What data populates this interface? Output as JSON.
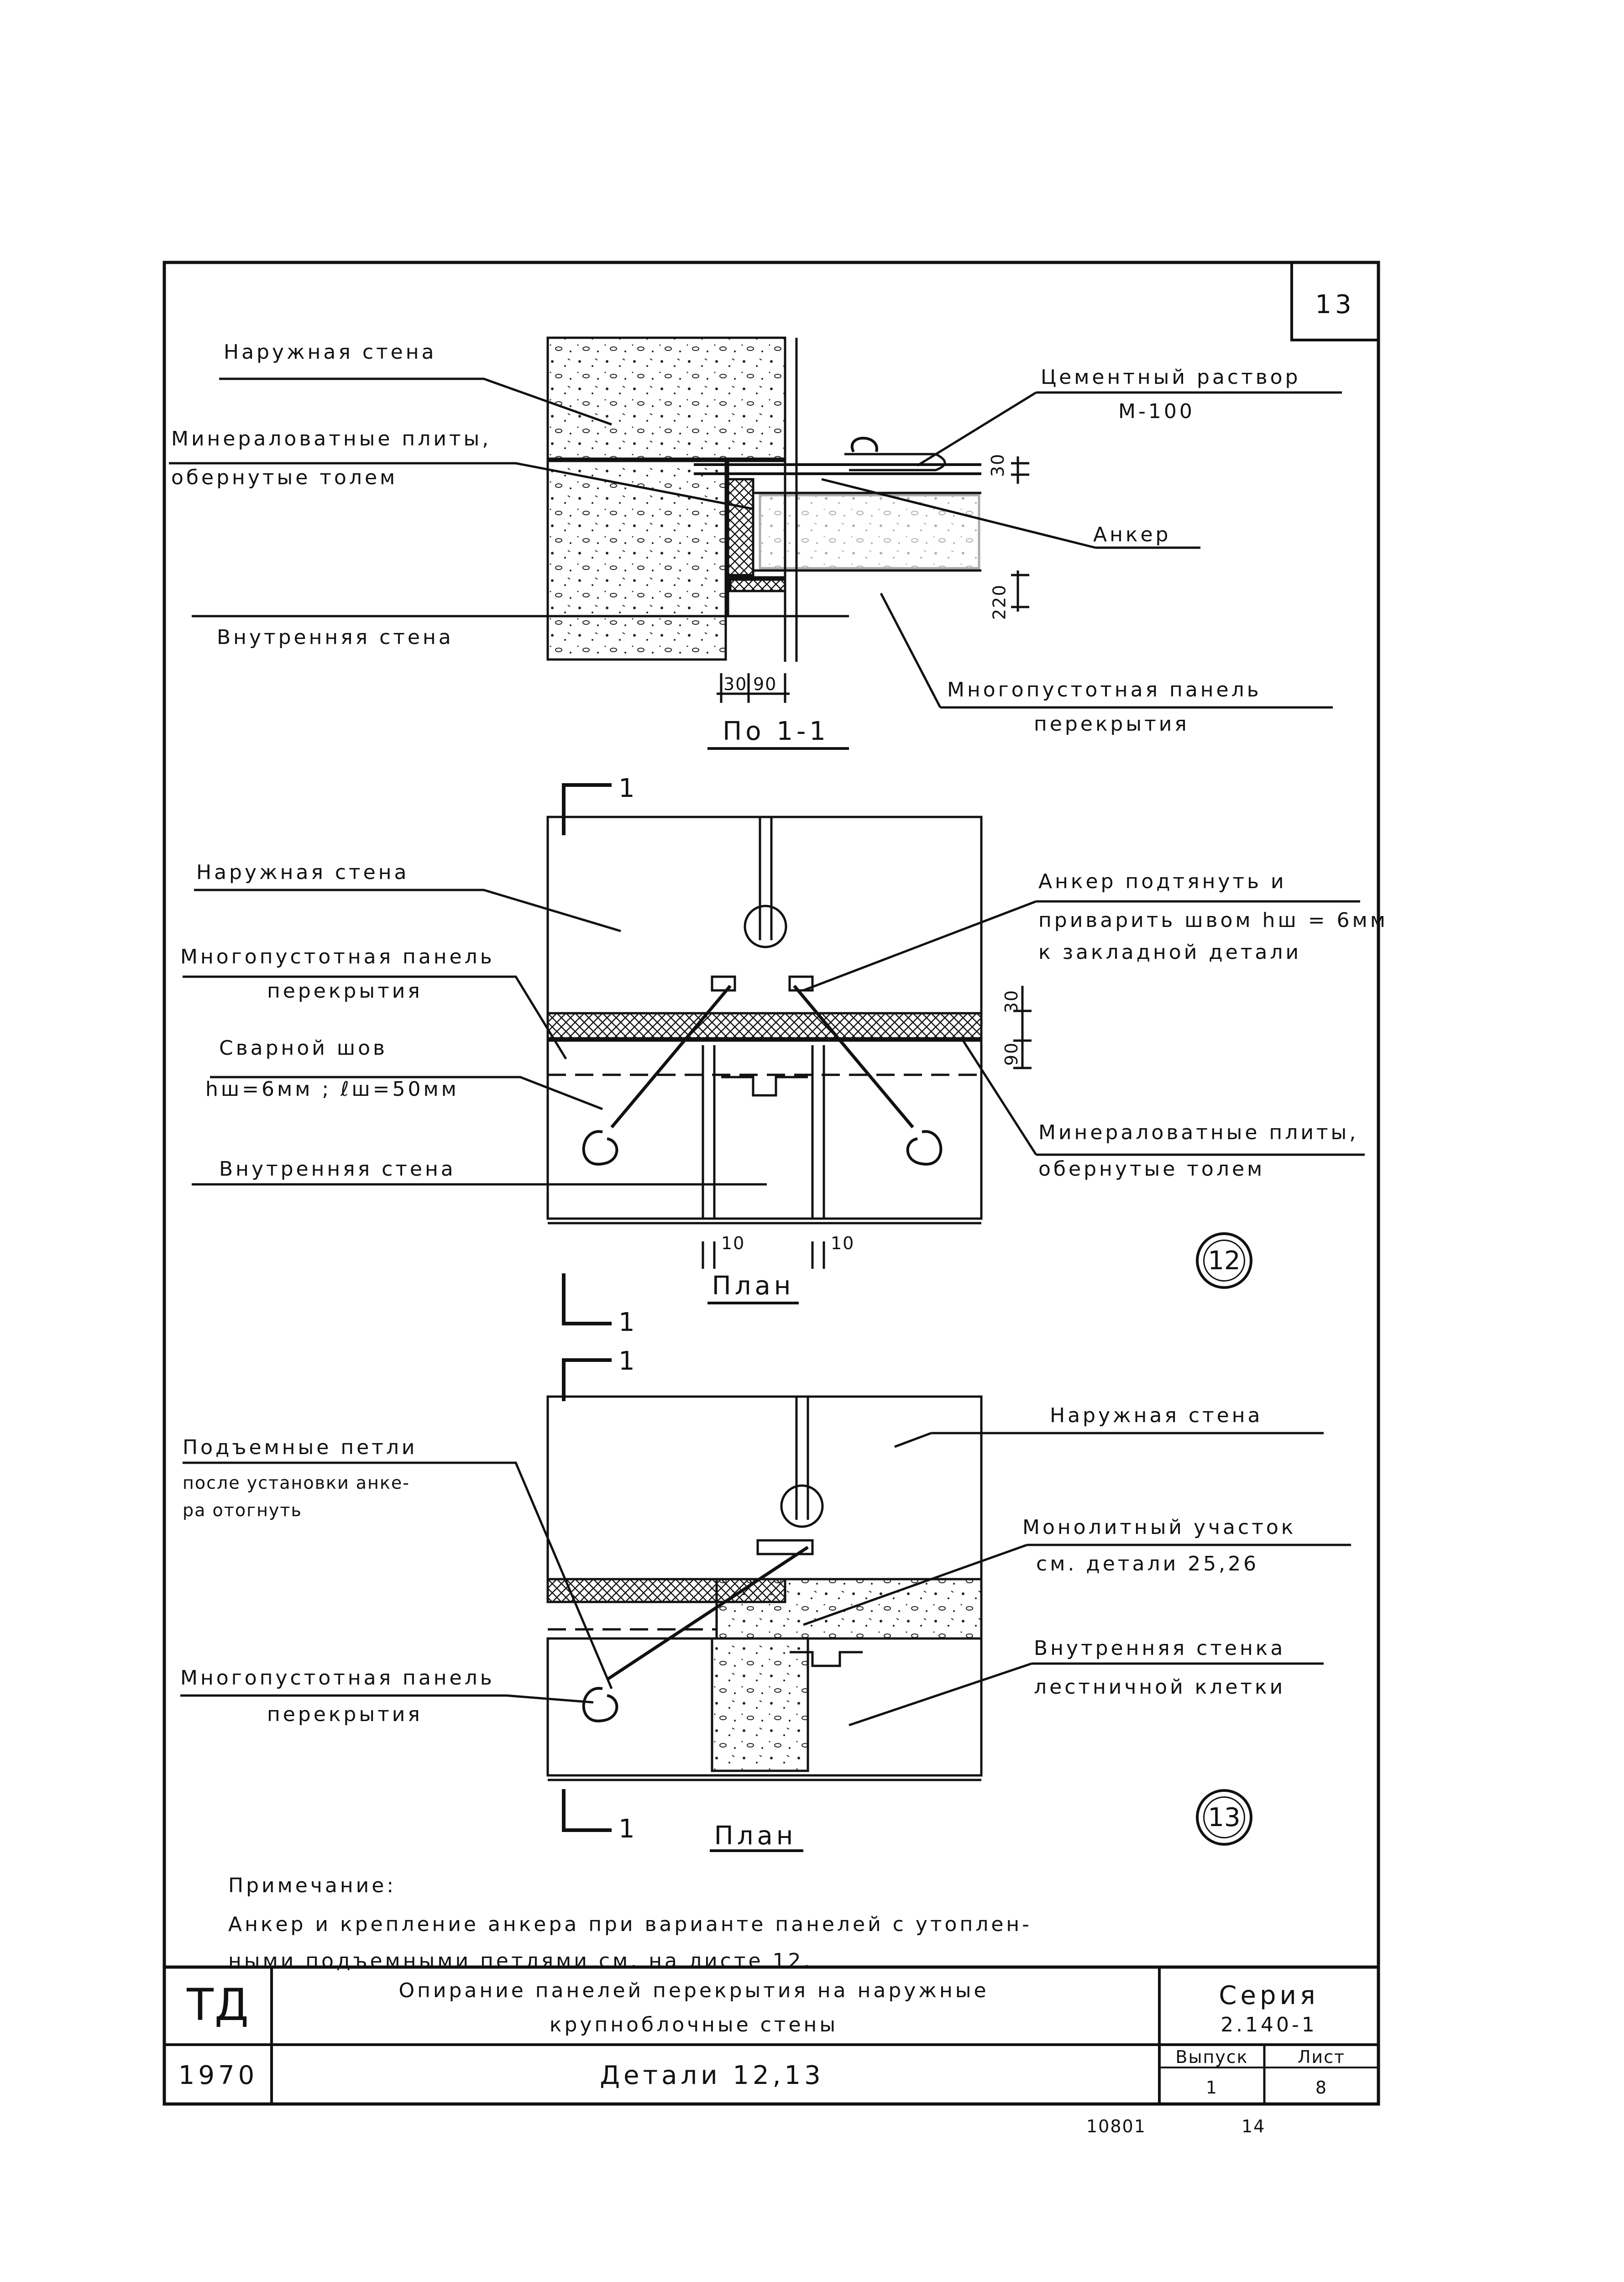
{
  "sheet_number": "13",
  "detail_upper": {
    "outer_wall": "Наружная стена",
    "mineral_wool_1": "Минераловатные плиты,",
    "mineral_wool_2": "обернутые толем",
    "inner_wall": "Внутренняя стена",
    "cement_1": "Цементный раствор",
    "cement_2": "М-100",
    "anchor": "Анкер",
    "hollow_panel_1": "Многопустотная панель",
    "hollow_panel_2": "перекрытия",
    "dim_30": "30",
    "dim_90": "90",
    "dim_side_30": "30",
    "dim_side_220": "220",
    "section_title": "По 1-1"
  },
  "detail_12": {
    "cut_mark": "1",
    "outer_wall": "Наружная стена",
    "hollow_panel_1": "Многопустотная панель",
    "hollow_panel_2": "перекрытия",
    "weld_1": "Сварной шов",
    "weld_2": "hш=6мм ; ℓш=50мм",
    "inner_wall": "Внутренняя стена",
    "anchor_1": "Анкер подтянуть и",
    "anchor_2": "приварить швом hш = 6мм",
    "anchor_3": "к закладной детали",
    "mineral_1": "Минераловатные плиты,",
    "mineral_2": "обернутые толем",
    "dim_30": "30",
    "dim_90": "90",
    "dim_10a": "10",
    "dim_10b": "10",
    "plan_title": "План",
    "detail_number": "12"
  },
  "detail_13": {
    "cut_mark": "1",
    "outer_wall": "Наружная стена",
    "loops_1": "Подъемные петли",
    "loops_2": "после установки анке-",
    "loops_3": "ра отогнуть",
    "monolith_1": "Монолитный участок",
    "monolith_2": "см. детали 25,26",
    "stair_1": "Внутренняя стенка",
    "stair_2": "лестничной клетки",
    "hollow_panel_1": "Многопустотная панель",
    "hollow_panel_2": "перекрытия",
    "plan_title": "План",
    "detail_number": "13"
  },
  "note": {
    "title": "Примечание:",
    "line1": "Анкер и крепление анкера при варианте панелей с утоплен-",
    "line2": "ными подъемными петлями см. на листе 12."
  },
  "title_block": {
    "org": "ТД",
    "title_1": "Опирание панелей перекрытия на наружные",
    "title_2": "крупноблочные стены",
    "series_label": "Серия",
    "series_value": "2.140-1",
    "year": "1970",
    "details": "Детали 12,13",
    "issue_label": "Выпуск",
    "issue_value": "1",
    "sheet_label": "Лист",
    "sheet_value": "8"
  },
  "footer": {
    "inventory": "10801",
    "page": "14"
  }
}
